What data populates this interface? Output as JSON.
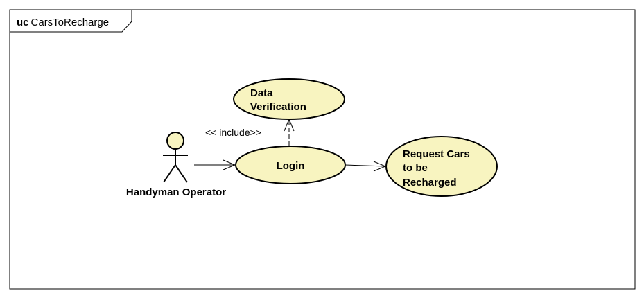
{
  "frame": {
    "keyword": "uc",
    "name": "CarsToRecharge"
  },
  "actor": {
    "name": "Handyman Operator"
  },
  "use_cases": {
    "data_verification": {
      "lines": [
        "Data",
        "Verification"
      ]
    },
    "login": {
      "lines": [
        "Login"
      ]
    },
    "request_cars": {
      "lines": [
        "Request Cars",
        "to be",
        "Recharged"
      ]
    }
  },
  "relations": {
    "include_label": "<< include>>"
  },
  "colors": {
    "use_case_fill": "#f8f4c0",
    "stroke": "#000000",
    "background": "#ffffff"
  }
}
